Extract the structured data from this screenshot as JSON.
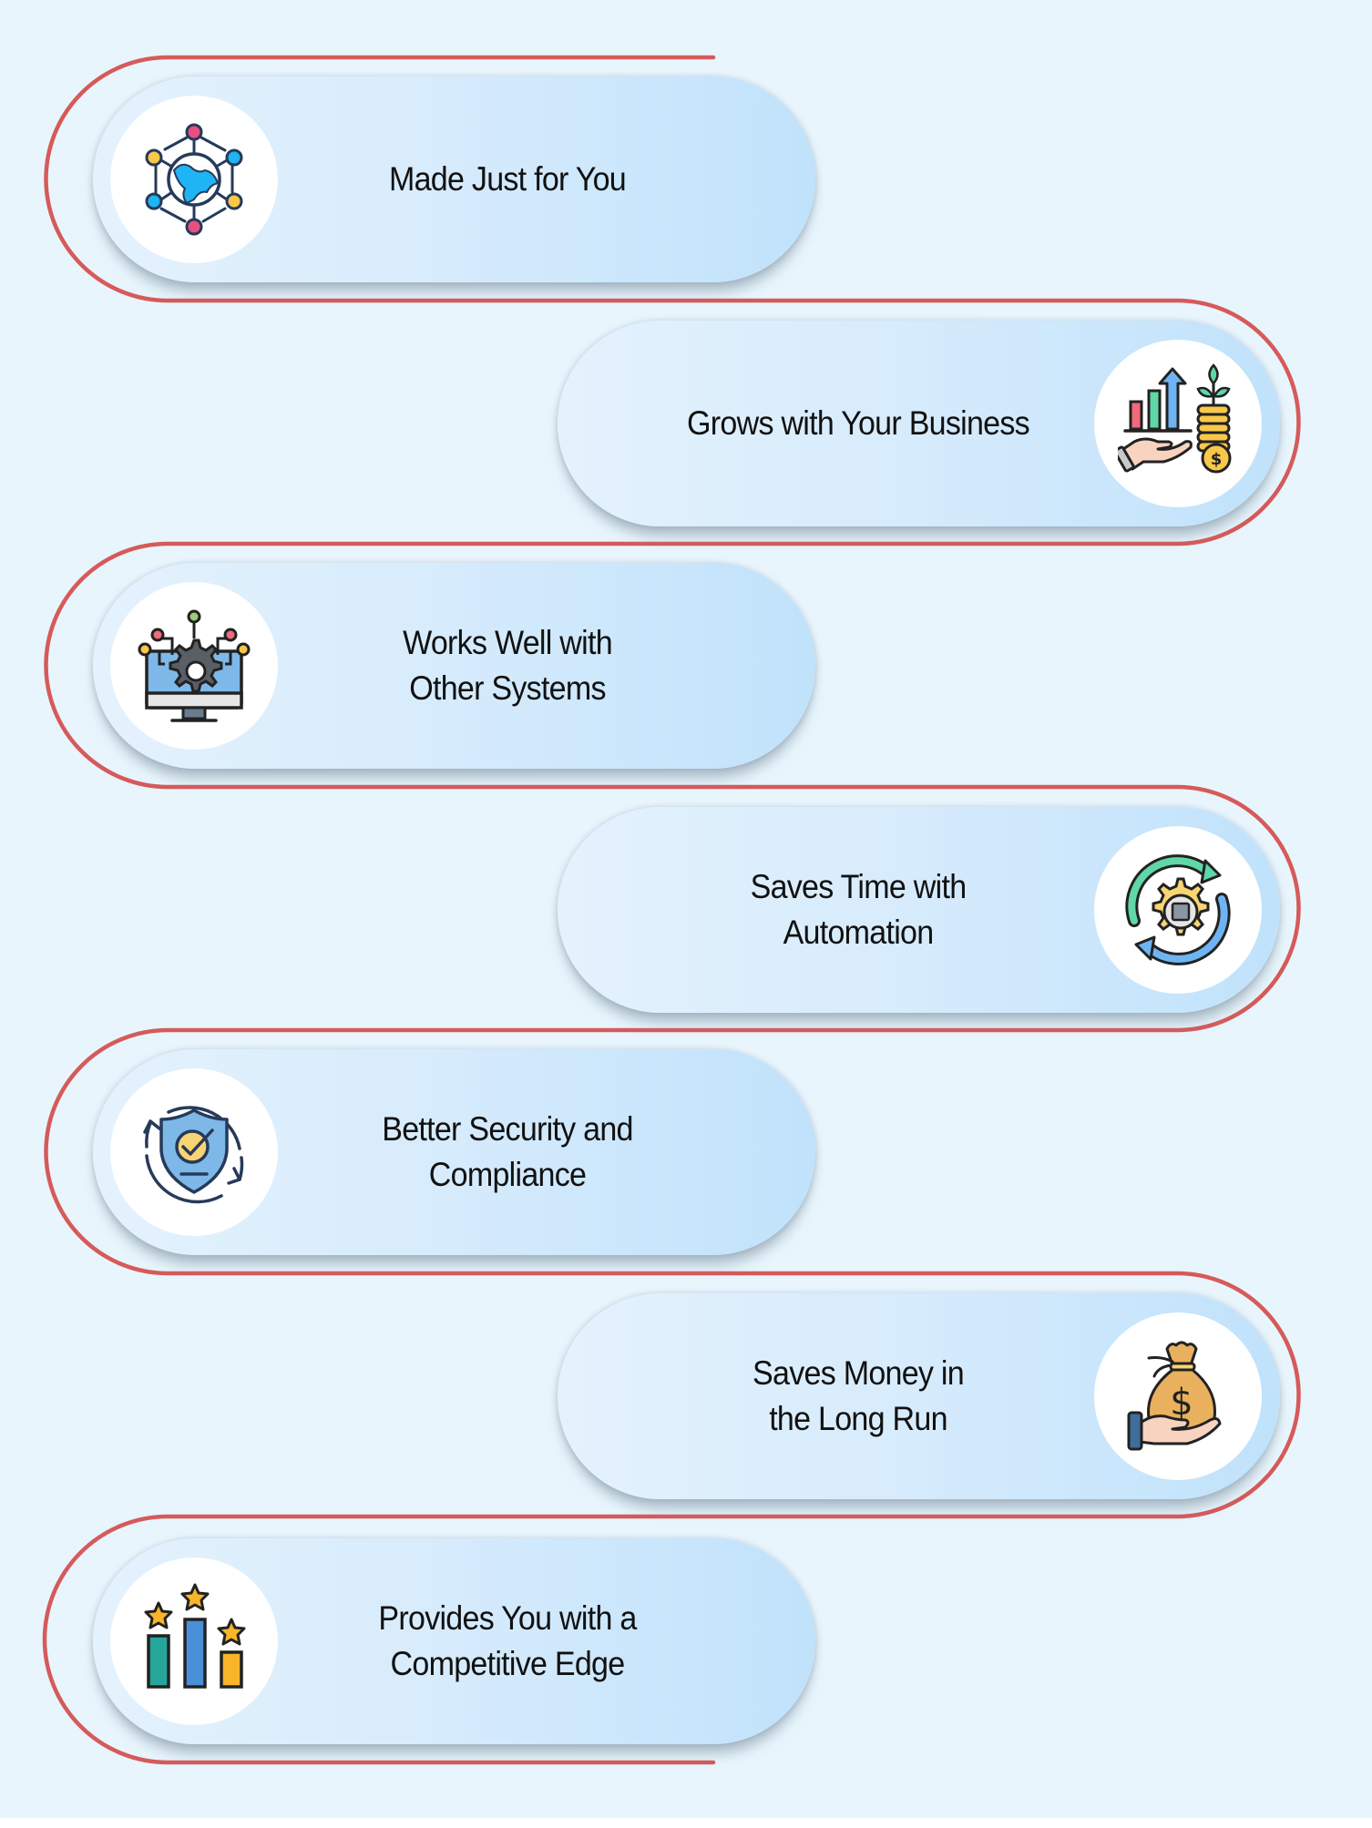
{
  "infographic": {
    "items": [
      {
        "side": "left",
        "icon": "global-network-icon",
        "lines": [
          "Made Just for You"
        ]
      },
      {
        "side": "right",
        "icon": "growth-chart-icon",
        "lines": [
          "Grows with Your Business"
        ]
      },
      {
        "side": "left",
        "icon": "system-integration-icon",
        "lines": [
          "Works Well with",
          "Other Systems"
        ]
      },
      {
        "side": "right",
        "icon": "automation-gear-icon",
        "lines": [
          "Saves Time with",
          "Automation"
        ]
      },
      {
        "side": "left",
        "icon": "security-shield-icon",
        "lines": [
          "Better Security and",
          "Compliance"
        ]
      },
      {
        "side": "right",
        "icon": "money-bag-icon",
        "lines": [
          "Saves Money in",
          "the Long Run"
        ]
      },
      {
        "side": "left",
        "icon": "competitive-edge-icon",
        "lines": [
          "Provides You with a",
          "Competitive Edge"
        ]
      }
    ]
  },
  "colors": {
    "background": "#E8F5FD",
    "connector_line": "#D65A5A",
    "pill_gradient_start": "#E4F2FD",
    "pill_gradient_end": "#C0E2FB",
    "text": "#111111",
    "icon_stroke": "#263A5A"
  }
}
